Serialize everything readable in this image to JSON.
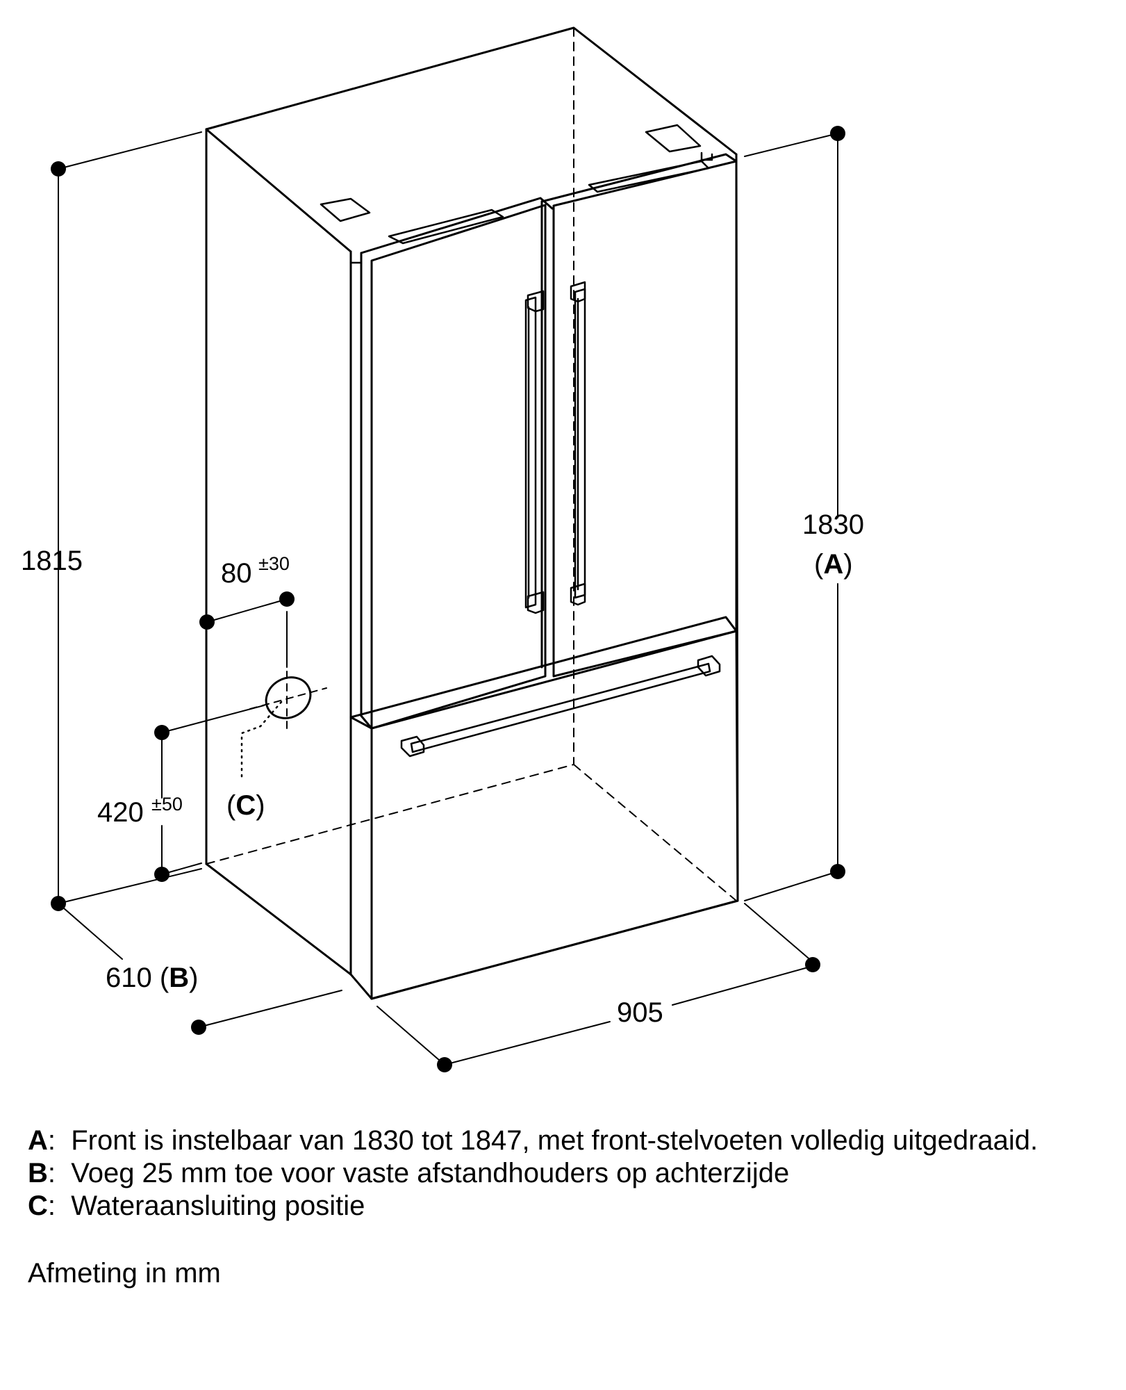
{
  "dimensions": {
    "height_total": "1815",
    "height_front": "1830",
    "height_front_ref": "A",
    "depth": "610",
    "depth_ref": "B",
    "width": "905",
    "water_offset": "80",
    "water_offset_tol": "±30",
    "water_height": "420",
    "water_height_tol": "±50",
    "water_ref": "C"
  },
  "legend": [
    {
      "key": "A",
      "text": "Front is instelbaar van 1830 tot 1847, met front-stelvoeten volledig uitgedraaid."
    },
    {
      "key": "B",
      "text": "Voeg 25 mm toe voor vaste afstandhouders op achterzijde"
    },
    {
      "key": "C",
      "text": "Wateraansluiting positie"
    }
  ],
  "unit_note": "Afmeting in mm",
  "colors": {
    "line": "#000000",
    "background": "#ffffff"
  }
}
